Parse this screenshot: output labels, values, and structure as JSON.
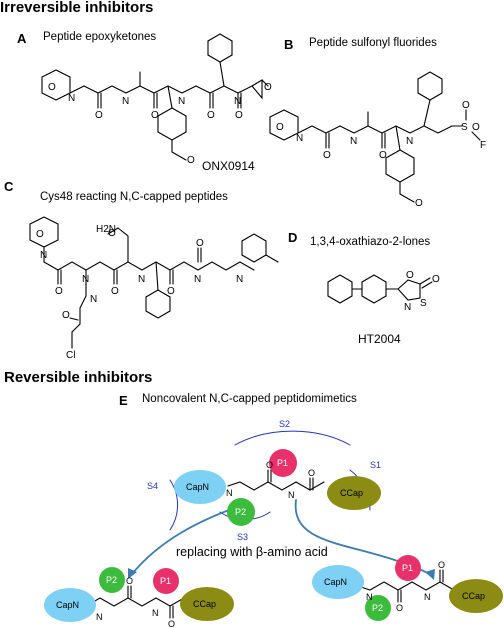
{
  "sections": {
    "irreversible": "Irreversible inhibitors",
    "reversible": "Reversible inhibitors"
  },
  "panels": {
    "a": {
      "letter": "A",
      "title": "Peptide epoxyketones",
      "compound": "ONX0914"
    },
    "b": {
      "letter": "B",
      "title": "Peptide sulfonyl fluorides"
    },
    "c": {
      "letter": "C",
      "title": "Cys48 reacting N,C-capped peptides"
    },
    "d": {
      "letter": "D",
      "title": "1,3,4-oxathiazo-2-lones",
      "compound": "HT2004"
    },
    "e": {
      "letter": "E",
      "title": "Noncovalent N,C-capped peptidomimetics",
      "note": "replacing with β-amino acid"
    }
  },
  "atoms": {
    "O": "O",
    "N": "N",
    "H": "H",
    "S": "S",
    "F": "F",
    "Cl": "Cl",
    "H2N": "H2N"
  },
  "pockets": {
    "s1": "S1",
    "s2": "S2",
    "s3": "S3",
    "s4": "S4"
  },
  "residues": {
    "cap_n": "CapN",
    "c_cap": "CCap",
    "p1": "P1",
    "p2": "P2"
  },
  "colors": {
    "cap_n": "#7fd0f5",
    "c_cap": "#8c8c14",
    "p1": "#e8316a",
    "p2": "#3dbb3d",
    "arrow": "#3d7ab0",
    "pocket": "#2233cc"
  }
}
